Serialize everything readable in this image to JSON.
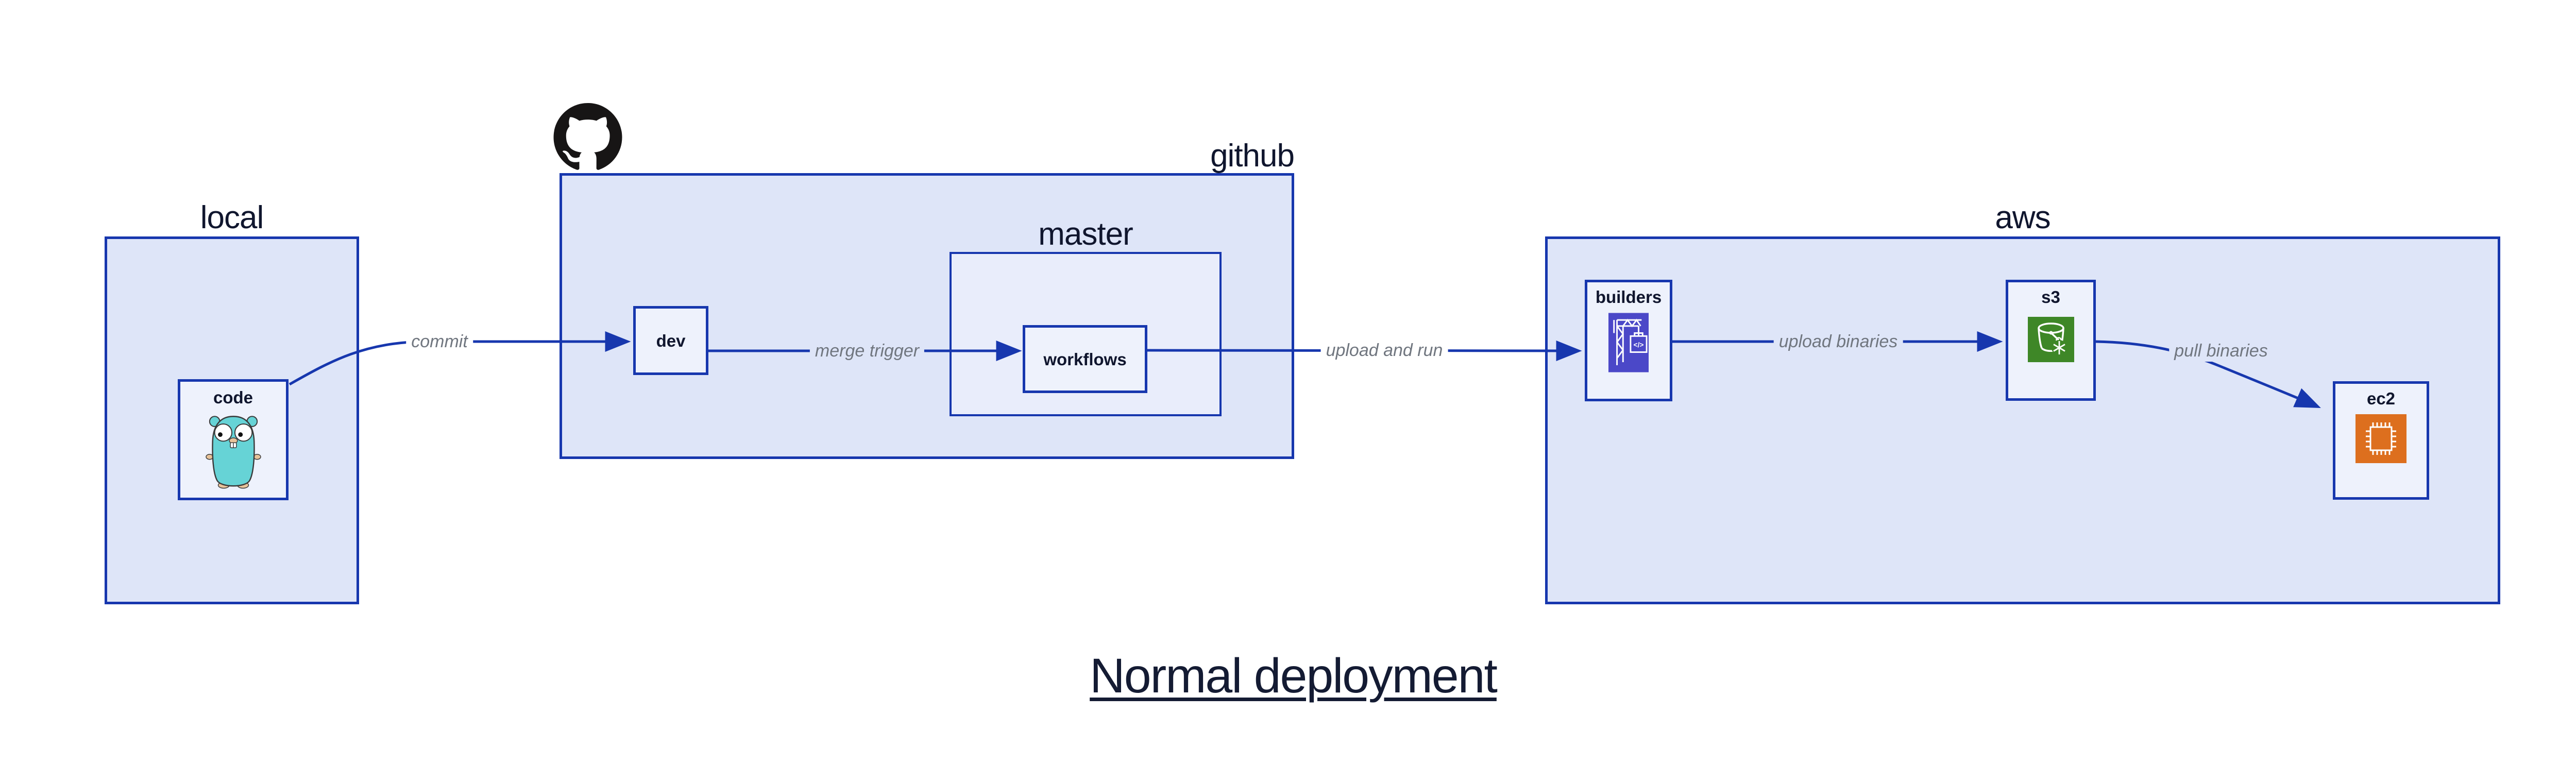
{
  "diagram_title": "Normal deployment",
  "groups": {
    "local": {
      "label": "local"
    },
    "github": {
      "label": "github"
    },
    "master": {
      "label": "master"
    },
    "aws": {
      "label": "aws"
    }
  },
  "nodes": {
    "code": {
      "label": "code",
      "icon": "go-gopher-icon"
    },
    "dev": {
      "label": "dev"
    },
    "workflows": {
      "label": "workflows"
    },
    "builders": {
      "label": "builders",
      "icon": "codebuild-crane-icon"
    },
    "s3": {
      "label": "s3",
      "icon": "s3-bucket-icon"
    },
    "ec2": {
      "label": "ec2",
      "icon": "ec2-chip-icon"
    }
  },
  "edges": {
    "commit": {
      "label": "commit"
    },
    "merge_trigger": {
      "label": "merge trigger"
    },
    "upload_and_run": {
      "label": "upload and run"
    },
    "upload_binaries": {
      "label": "upload binaries"
    },
    "pull_binaries": {
      "label": "pull binaries"
    }
  },
  "icons": {
    "github_logo": "github-octocat-icon"
  },
  "colors": {
    "container_fill": "#dee5f8",
    "master_fill": "#e9edfb",
    "node_fill": "#eef2fc",
    "border_blue": "#1737ae",
    "arrow_blue": "#1737ae",
    "edge_label_gray": "#70767f",
    "text_dark": "#10162e",
    "title_color": "#141b33",
    "github_logo_black": "#171515",
    "gopher_teal": "#66d3d6",
    "codebuild_indigo": "#4b48c8",
    "s3_green": "#3e8727",
    "ec2_orange": "#dd6f1e"
  }
}
